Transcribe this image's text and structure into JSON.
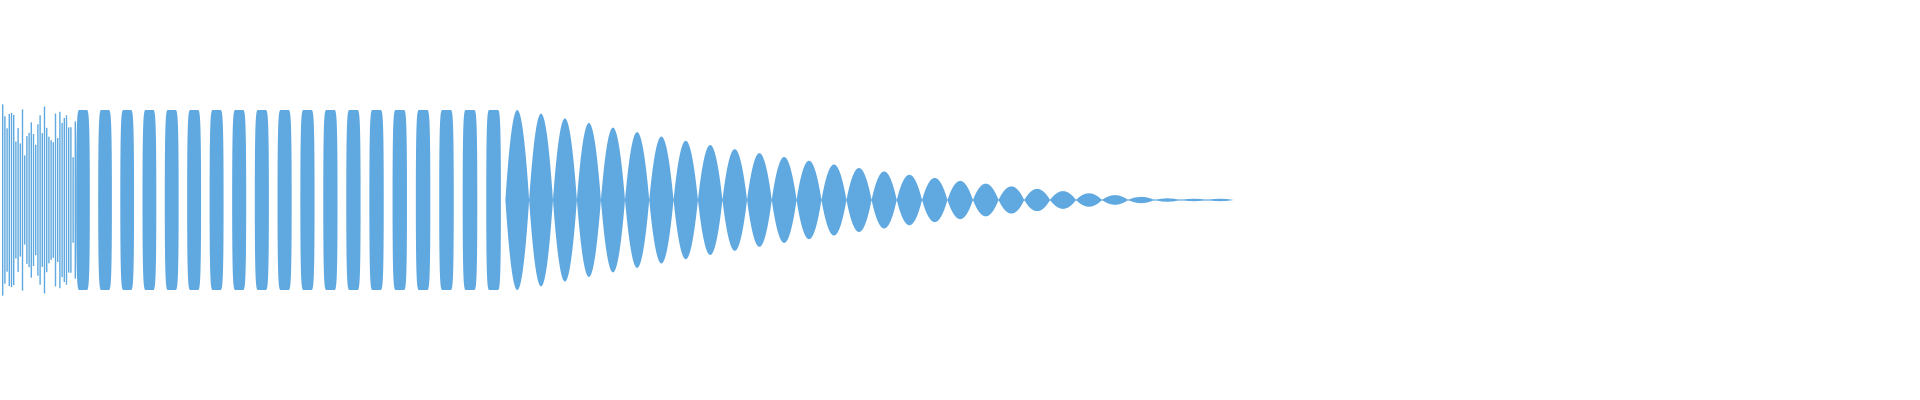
{
  "waveform": {
    "color": "#5fa8e0",
    "background": "#ffffff",
    "envelope": {
      "full_amplitude_end_fraction": 0.42,
      "decay_end_fraction": 1.0,
      "lobe_count": 56
    },
    "shape": "decaying amplitude envelope of an audio clip"
  }
}
